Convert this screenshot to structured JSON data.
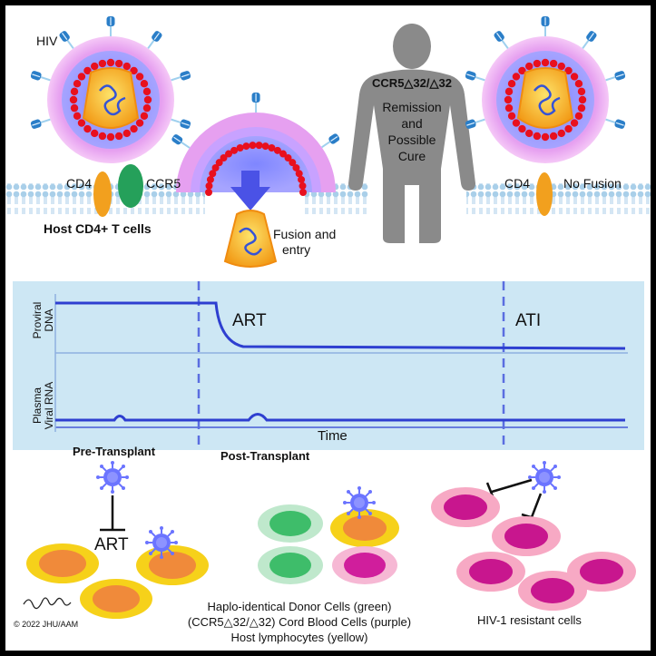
{
  "top": {
    "hiv_label": "HIV",
    "cd4_label_left": "CD4",
    "ccr5_label": "CCR5",
    "host_cells_label": "Host CD4+ T cells",
    "fusion_label_line1": "Fusion and",
    "fusion_label_line2": "entry",
    "genotype_label": "CCR5△32/△32",
    "remission_line1": "Remission",
    "remission_line2": "and",
    "remission_line3": "Possible",
    "remission_line4": "Cure",
    "cd4_label_right": "CD4",
    "no_fusion_label": "No Fusion"
  },
  "timeline": {
    "proviral_label_line1": "Proviral",
    "proviral_label_line2": "DNA",
    "plasma_label_line1": "Plasma",
    "plasma_label_line2": "Viral RNA",
    "art_label": "ART",
    "ati_label": "ATI",
    "time_label": "Time",
    "pre_transplant_label": "Pre-Transplant",
    "post_transplant_label": "Post-Transplant"
  },
  "bottom": {
    "art_label": "ART",
    "caption_line1": "Haplo-identical Donor Cells (green)",
    "caption_line2": "(CCR5△32/△32)  Cord Blood Cells (purple)",
    "caption_line3": "Host lymphocytes (yellow)",
    "resistant_label": "HIV-1 resistant cells",
    "copyright": "© 2022 JHU/AAM"
  },
  "colors": {
    "virus_envelope": "#e6a0f0",
    "capsid_red": "#e8101e",
    "core_orange": "#f7a21b",
    "spike_blue": "#2a7ec8",
    "membrane": "#a9cfe9",
    "timeline_bg": "#cde7f4",
    "trace_blue": "#2e3fd0",
    "cd4_orange": "#f2a01e",
    "ccr5_green": "#25a05a",
    "person_gray": "#8a8a8a",
    "yellow_cell": "#f6d11a",
    "green_cell": "#3ebd6a",
    "purple_cell": "#d01e9c",
    "pink_cell": "#f48fb4"
  }
}
